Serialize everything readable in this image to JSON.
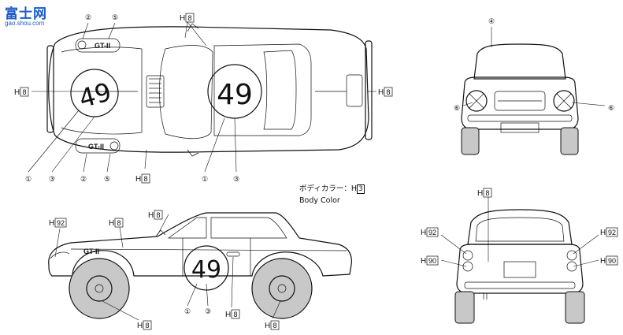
{
  "watermark": {
    "text": "富士网",
    "url": "gao.shou.com"
  },
  "caption": {
    "jp": "ボディカラー：H",
    "code": "3",
    "en": "Body Color"
  },
  "race_number": "49",
  "plate_text": "GT-II",
  "paint_codes": {
    "h8": "8",
    "h92": "92",
    "h90": "90",
    "h3": "3"
  },
  "paint_prefix": "H",
  "callouts": {
    "c1": "①",
    "c2": "②",
    "c3": "③",
    "c4": "④",
    "c5": "⑤",
    "c6": "⑥"
  },
  "colors": {
    "line": "#111111",
    "watermark": "#1c5cc9",
    "wheel_shade": "#c8c8c8"
  }
}
